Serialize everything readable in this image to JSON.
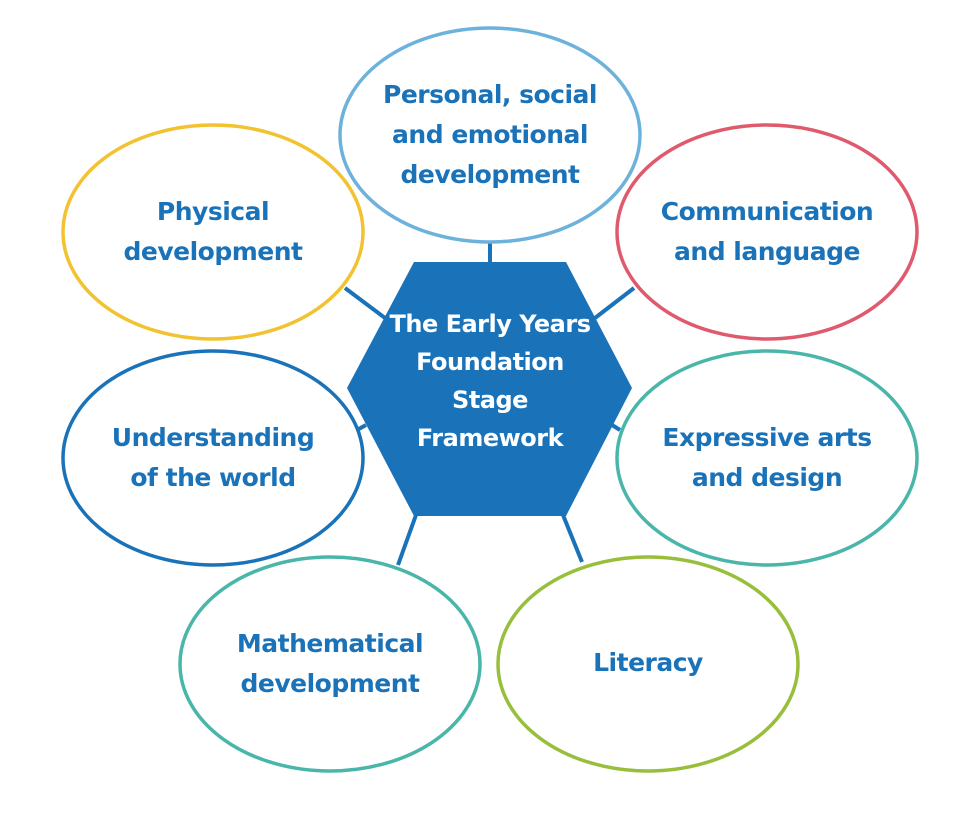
{
  "center": {
    "lines": [
      "The Early Years",
      "Foundation",
      "Stage",
      "Framework"
    ],
    "color": "#1a72b9",
    "text_color": "#ffffff"
  },
  "text_color": "#1a72b9",
  "connector_color": "#1a72b9",
  "areas": [
    {
      "id": "personal-social-emotional",
      "lines": [
        "Personal, social",
        "and emotional",
        "development"
      ],
      "border_color": "#6db2dc"
    },
    {
      "id": "communication-language",
      "lines": [
        "Communication",
        "and language"
      ],
      "border_color": "#e05a6e"
    },
    {
      "id": "expressive-arts-design",
      "lines": [
        "Expressive arts",
        "and design"
      ],
      "border_color": "#4ab6aa"
    },
    {
      "id": "literacy",
      "lines": [
        "Literacy"
      ],
      "border_color": "#98bf3c"
    },
    {
      "id": "mathematical-development",
      "lines": [
        "Mathematical",
        "development"
      ],
      "border_color": "#4ab6aa"
    },
    {
      "id": "understanding-world",
      "lines": [
        "Understanding",
        "of the world"
      ],
      "border_color": "#1a72b9"
    },
    {
      "id": "physical-development",
      "lines": [
        "Physical",
        "development"
      ],
      "border_color": "#f2c230"
    }
  ]
}
